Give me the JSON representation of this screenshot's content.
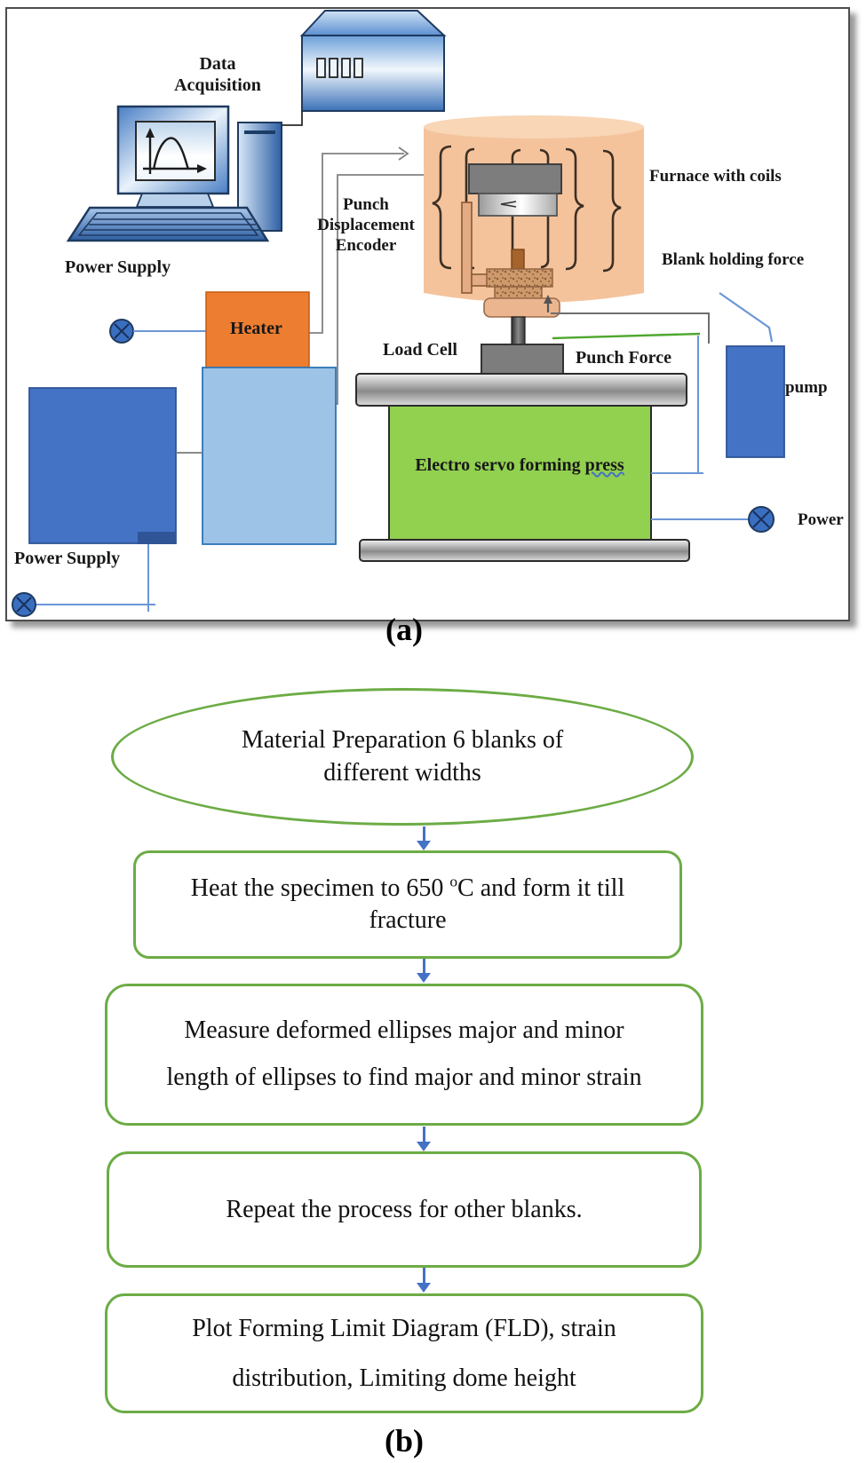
{
  "figure": {
    "panel_a": {
      "caption": "(a)",
      "labels": {
        "data_acquisition_line1": "Data",
        "data_acquisition_line2": "Acquisition",
        "power_supply_top": "Power Supply",
        "heater": "Heater",
        "punch_encoder_line1": "Punch",
        "punch_encoder_line2": "Displacement",
        "punch_encoder_line3": "Encoder",
        "furnace_with_coils": "Furnace with coils",
        "blank_holding_force": "Blank holding force",
        "load_cell": "Load Cell",
        "punch_force": "Punch Force",
        "press_text_prefix": "Electro servo forming ",
        "press_text_underlined": "press",
        "pump": "pump",
        "power": "Power",
        "power_supply_bottom": "Power Supply"
      }
    },
    "panel_b": {
      "caption": "(b)",
      "steps": {
        "0": {
          "shape": "ellipse",
          "line1": "Material Preparation 6 blanks of",
          "line2": "different widths"
        },
        "1": {
          "shape": "rounded-box",
          "line1_pre": "Heat the specimen to 650 ",
          "line1_sup": "o",
          "line1_post": "C and form it till",
          "line2": "fracture"
        },
        "2": {
          "shape": "rounded-box",
          "line1": "Measure deformed ellipses major and minor",
          "line2": "length of ellipses to find major and minor strain"
        },
        "3": {
          "shape": "rounded-box",
          "line1": "Repeat the process for other blanks."
        },
        "4": {
          "shape": "rounded-box",
          "line1": "Plot Forming Limit Diagram (FLD), strain",
          "line2": "distribution, Limiting dome height"
        }
      }
    },
    "colors": {
      "flow_border_green": "#6CAC45",
      "arrow_blue": "#4472C4",
      "heater_orange": "#ED7D31",
      "press_green": "#92D050",
      "furnace_peach": "#F4C39C",
      "light_blue_box": "#9DC3E6",
      "dark_blue_box": "#4472C4",
      "pump_blue": "#4472C4",
      "metal_gray": "#8f8f8f",
      "wire_gray": "#808080",
      "line_green": "#4EA72E",
      "connector_blue": "#6b96d6"
    }
  }
}
